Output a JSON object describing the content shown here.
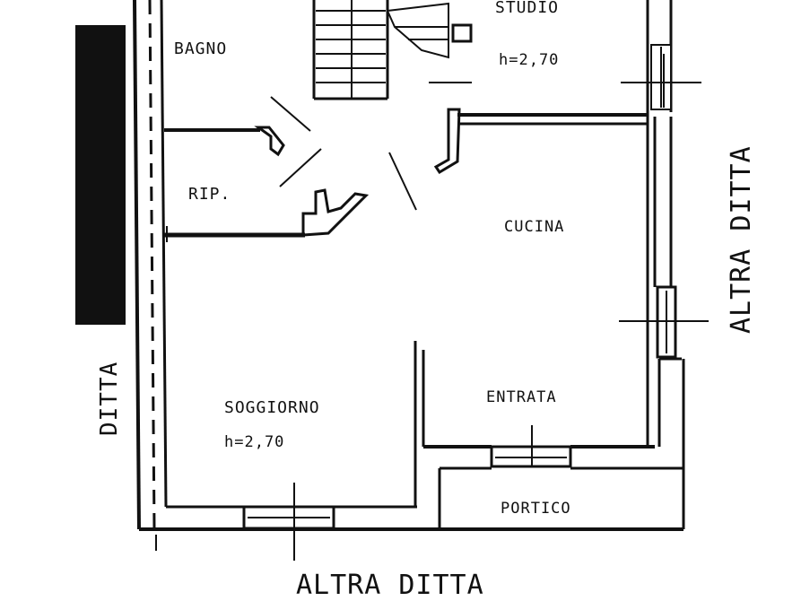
{
  "floor_plan": {
    "rooms": {
      "bagno": "BAGNO",
      "studio": "STUDIO",
      "studio_height": "h=2,70",
      "rip": "RIP.",
      "cucina": "CUCINA",
      "soggiorno": "SOGGIORNO",
      "soggiorno_height": "h=2,70",
      "entrata": "ENTRATA",
      "portico": "PORTICO"
    },
    "boundaries": {
      "right": "ALTRA DITTA",
      "bottom": "ALTRA DITTA",
      "left": "DITTA"
    },
    "colors": {
      "ink": "#111111",
      "paper": "#ffffff"
    }
  }
}
